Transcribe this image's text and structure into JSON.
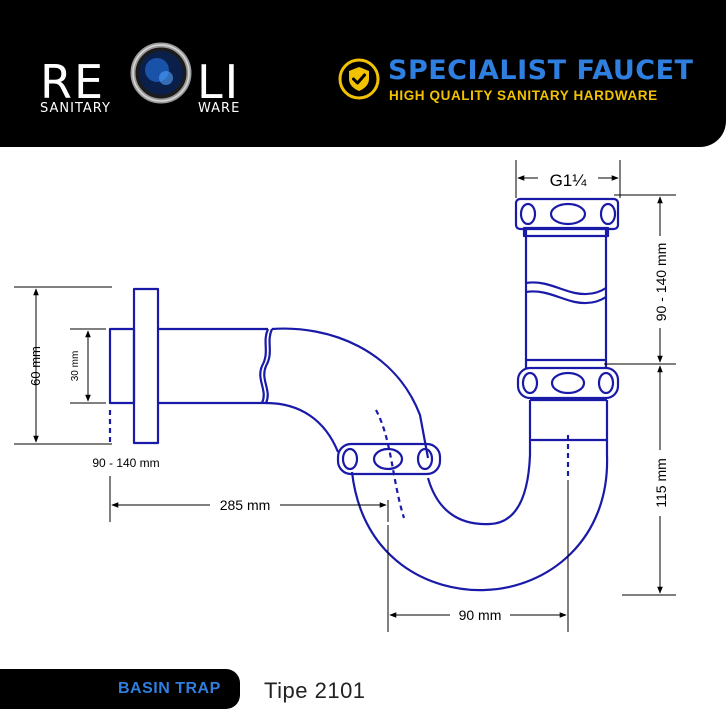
{
  "brand": {
    "left_text": "RE",
    "right_text": "LI",
    "sub_left": "SANITARY",
    "sub_right": "WARE"
  },
  "tagline": {
    "title": "SPECIALIST FAUCET",
    "subtitle": "HIGH QUALITY SANITARY HARDWARE",
    "icon": "shield-check-icon"
  },
  "diagram": {
    "thread_label": "G1¼",
    "dims": {
      "flange_height": "60 mm",
      "pipe_diameter": "30 mm",
      "wall_offset": "90 - 140 mm",
      "horizontal_length": "285 mm",
      "vertical_top": "90 - 140 mm",
      "vertical_bottom": "115 mm",
      "bend_width": "90 mm"
    }
  },
  "footer": {
    "product": "BASIN TRAP",
    "type": "Tipe 2101"
  },
  "colors": {
    "outline": "#1a1aa8",
    "accent_blue": "#2f7fe0",
    "accent_yellow": "#f2c200",
    "header_bg": "#000000"
  }
}
